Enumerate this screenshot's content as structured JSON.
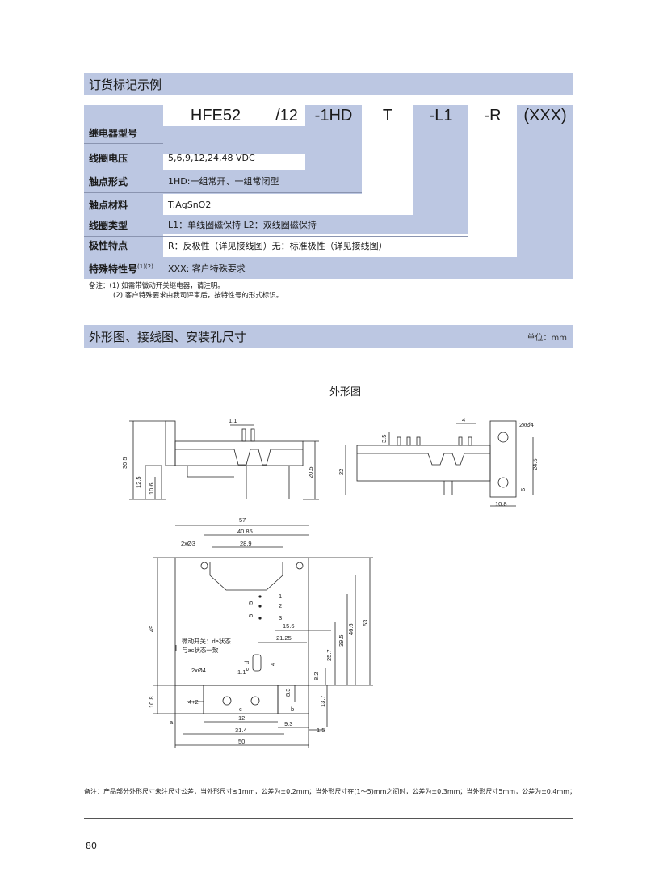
{
  "section1": {
    "title": "订货标记示例"
  },
  "codes": [
    "HFE52",
    "/12",
    "-1HD",
    "T",
    "-L1",
    "-R",
    "(XXX)"
  ],
  "rows": [
    {
      "label": "继电器型号",
      "value": ""
    },
    {
      "label": "线圈电压",
      "value": "5,6,9,12,24,48 VDC"
    },
    {
      "label": "触点形式",
      "value": "1HD:一组常开、一组常闭型"
    },
    {
      "label": "触点材料",
      "value": "T:AgSnO2"
    },
    {
      "label": "线圈类型",
      "value": "L1：单线圈磁保持  L2：双线圈磁保持"
    },
    {
      "label": "极性特点",
      "value": "R：反极性（详见接线图）无：标准极性（详见接线图）"
    },
    {
      "label": "特殊特性号",
      "sup": "(1)(2)",
      "value": "XXX: 客户特殊要求"
    }
  ],
  "notes": {
    "prefix": "备注：",
    "n1": "(1)  如需带微动开关继电器，请注明。",
    "n2": "(2)  客户特殊要求由我司评审后，按特性号的形式标识。"
  },
  "section2": {
    "title": "外形图、接线图、安装孔尺寸",
    "unit": "单位：mm"
  },
  "figure_title": "外形图",
  "dims": {
    "d1_1": "1.1",
    "d30_5": "30.5",
    "d12_5": "12.5",
    "d10_6": "10.6",
    "d20_5": "20.5",
    "d4": "4",
    "d2x4": "2xØ4",
    "d3_5": "3.5",
    "d22": "22",
    "d24_5": "24.5",
    "d6": "6",
    "d10_8": "10.8",
    "d57": "57",
    "d40_85": "40.85",
    "d28_9": "28.9",
    "d2x3": "2xØ3",
    "d49": "49",
    "d5a": "5",
    "d5b": "5",
    "p1": "1",
    "p2": "2",
    "p3": "3",
    "d15_6": "15.6",
    "d21_25": "21.25",
    "sw1": "微动开关：de状态",
    "sw2": "与ac状态一致",
    "pd": "d",
    "pe": "e",
    "d4b": "4",
    "d1_1b": "1.1",
    "d2x4b": "2xØ4",
    "d25_7": "25.7",
    "d39_5": "39.5",
    "d46_6": "46.6",
    "d53": "53",
    "d8_2": "8.2",
    "d13_7": "13.7",
    "d10_8b": "10.8",
    "d4p2": "4+2",
    "d8_3": "8.3",
    "pc": "c",
    "pb": "b",
    "pa": "a",
    "d12": "12",
    "d9_3": "9.3",
    "d31_4": "31.4",
    "d1_5": "1.5",
    "d50": "50"
  },
  "footnote": "备注：产品部分外形尺寸未注尺寸公差，当外形尺寸≤1mm，公差为±0.2mm；当外形尺寸在(1～5)mm之间时，公差为±0.3mm；当外形尺寸5mm，公差为±0.4mm；",
  "page_number": "80"
}
